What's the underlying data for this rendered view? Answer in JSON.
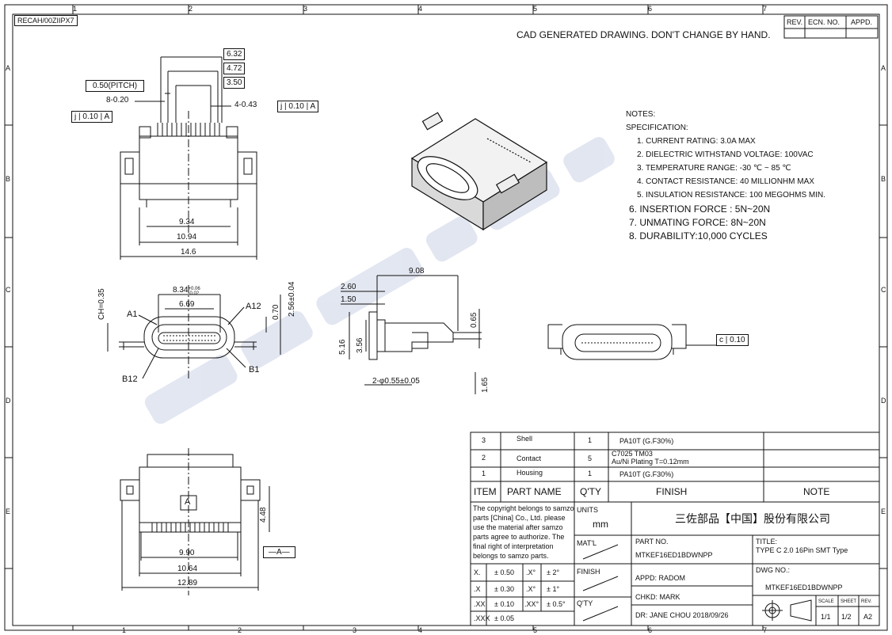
{
  "header": {
    "doc_code": "RECAH/00ZIIPX7",
    "notice": "CAD GENERATED DRAWING. DON'T CHANGE BY HAND.",
    "rev_block": [
      "REV.",
      "ECN. NO.",
      "APPD."
    ]
  },
  "zones": {
    "cols": [
      "1",
      "2",
      "3",
      "4",
      "5",
      "6",
      "7"
    ],
    "rows": [
      "A",
      "B",
      "C",
      "D",
      "E"
    ]
  },
  "top_view": {
    "dims": [
      "6.32",
      "4.72",
      "3.50",
      "0.50(PITCH)",
      "8-0.20",
      "4-0.43",
      "9.34",
      "10.94",
      "14.6"
    ],
    "tol_left": [
      "j",
      "0.10",
      "A"
    ],
    "tol_right": [
      "j",
      "0.10",
      "A"
    ]
  },
  "front_view": {
    "dims": [
      "8.34",
      "+0.06",
      "-0.02",
      "6.69",
      "CH=0.35",
      "0.70",
      "2.56±0.04"
    ],
    "pins": [
      "A1",
      "A12",
      "B12",
      "B1"
    ]
  },
  "side_view": {
    "dims": [
      "9.08",
      "2.60",
      "1.50",
      "5.16",
      "3.56",
      "0.65",
      "2-φ0.55±0.05",
      "1.65"
    ]
  },
  "flat_view": {
    "tol": [
      "c",
      "0.10"
    ]
  },
  "bottom_view": {
    "marker": "A",
    "datum": "A",
    "dims": [
      "4.48",
      "9.90",
      "10.64",
      "12.89"
    ]
  },
  "notes": {
    "title": "NOTES:",
    "subtitle": "SPECIFICATION:",
    "items": [
      "1. CURRENT RATING: 3.0A MAX",
      "2. DIELECTRIC WITHSTAND VOLTAGE: 100VAC",
      "3. TEMPERATURE RANGE: -30 ℃ ~ 85 ℃",
      "4. CONTACT RESISTANCE: 40 MILLIONHM MAX",
      "5. INSULATION RESISTANCE: 100 MEGOHMS MIN."
    ],
    "items_large": [
      "6. INSERTION FORCE : 5N~20N",
      "7. UNMATING FORCE: 8N~20N",
      "8. DURABILITY:10,000 CYCLES"
    ]
  },
  "bom": {
    "headers": [
      "ITEM",
      "PART NAME",
      "Q'TY",
      "FINISH",
      "NOTE"
    ],
    "rows": [
      {
        "item": "3",
        "name": "Shell",
        "qty": "1",
        "finish": "PA10T (G.F30%)"
      },
      {
        "item": "2",
        "name": "Contact",
        "qty": "5",
        "finish_line1": "C7025 TM03",
        "finish_line2": "Au/Ni Plating  T=0.12mm"
      },
      {
        "item": "1",
        "name": "Housing",
        "qty": "1",
        "finish": "PA10T (G.F30%)"
      }
    ]
  },
  "title_block": {
    "copyright": [
      "The copyright belongs to samzo",
      " parts [China] Co., Ltd. please",
      "use the material after samzo",
      "parts agree to authorize. The",
      "final right of interpretation",
      "belongs to samzo parts."
    ],
    "tolerances": [
      {
        "k": "X.",
        "v": "± 0.50",
        "k2": ".X°",
        "v2": "± 2°"
      },
      {
        "k": ".X",
        "v": "± 0.30",
        "k2": ".X°",
        "v2": "± 1°"
      },
      {
        "k": ".XX",
        "v": "± 0.10",
        "k2": ".XX°",
        "v2": "± 0.5°"
      },
      {
        "k": ".XXX",
        "v": "± 0.05"
      }
    ],
    "units_label": "UNITS",
    "units": "mm",
    "matl_label": "MAT'L",
    "finish_label": "FINISH",
    "qty_label": "Q'TY",
    "company": "三佐部品【中国】股份有限公司",
    "part_no_label": "PART NO.",
    "part_no": "MTKEF16ED1BDWNPP",
    "appd": "APPD:   RADOM",
    "chkd": "CHKD:   MARK",
    "dr": "DR:     JANE CHOU 2018/09/26",
    "title_label": "TITLE:",
    "title": "TYPE C 2.0 16Pin  SMT Type",
    "dwg_label": "DWG NO.:",
    "dwg": "MTKEF16ED1BDWNPP",
    "scale_label": "SCALE",
    "sheet_label": "SHEET",
    "rev_label": "REV.",
    "scale": "1/1",
    "sheet": "1/2",
    "rev": "A2"
  }
}
